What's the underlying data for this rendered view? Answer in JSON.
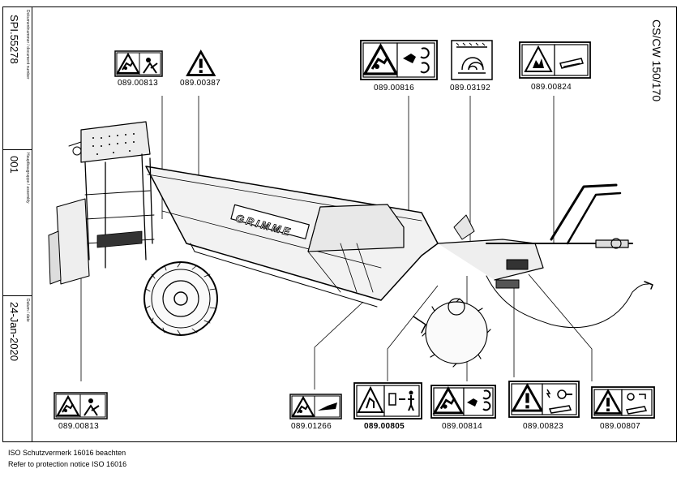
{
  "doc": {
    "document_number_label": "Dokumentnummer / document number",
    "document_number": "SPI.55278",
    "assembly_label": "Hauptbaugruppe / assembly",
    "assembly": "001",
    "date_label": "Datum / date",
    "date": "24-Jan-2020",
    "model": "CS/CW 150/170"
  },
  "labels": [
    {
      "id": "a",
      "text": "089.00813"
    },
    {
      "id": "b",
      "text": "089.00387"
    },
    {
      "id": "c",
      "text": "089.00816"
    },
    {
      "id": "d",
      "text": "089.03192"
    },
    {
      "id": "e",
      "text": "089.00824"
    },
    {
      "id": "f",
      "text": "089.00813"
    },
    {
      "id": "g",
      "text": "089.01266"
    },
    {
      "id": "h",
      "text": "089.00805"
    },
    {
      "id": "i",
      "text": "089.00814"
    },
    {
      "id": "j",
      "text": "089.00823"
    },
    {
      "id": "k",
      "text": "089.00807"
    }
  ],
  "machine_brand": "GRIMME",
  "notes": {
    "line1": "ISO Schutzvermerk 16016 beachten",
    "line2": "Refer to protection notice ISO 16016"
  }
}
